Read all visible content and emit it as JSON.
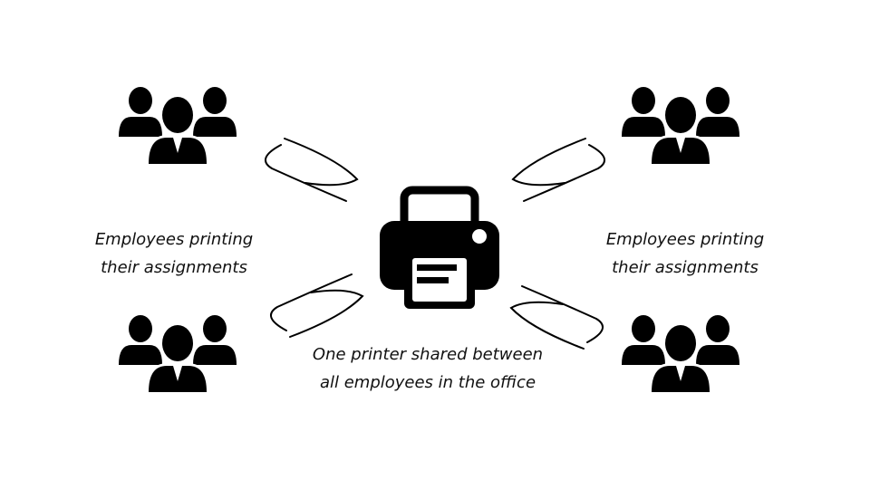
{
  "labels": {
    "left": {
      "line1": "Employees printing",
      "line2": "their assignments"
    },
    "right": {
      "line1": "Employees printing",
      "line2": "their assignments"
    },
    "center": {
      "line1": "One printer shared between",
      "line2": "all employees in the office"
    }
  },
  "icons": {
    "group": "employee-group-icon",
    "printer": "printer-icon",
    "arrow": "hand-drawn-arrows-icon"
  },
  "colors": {
    "ink": "#000000",
    "background": "#ffffff"
  }
}
